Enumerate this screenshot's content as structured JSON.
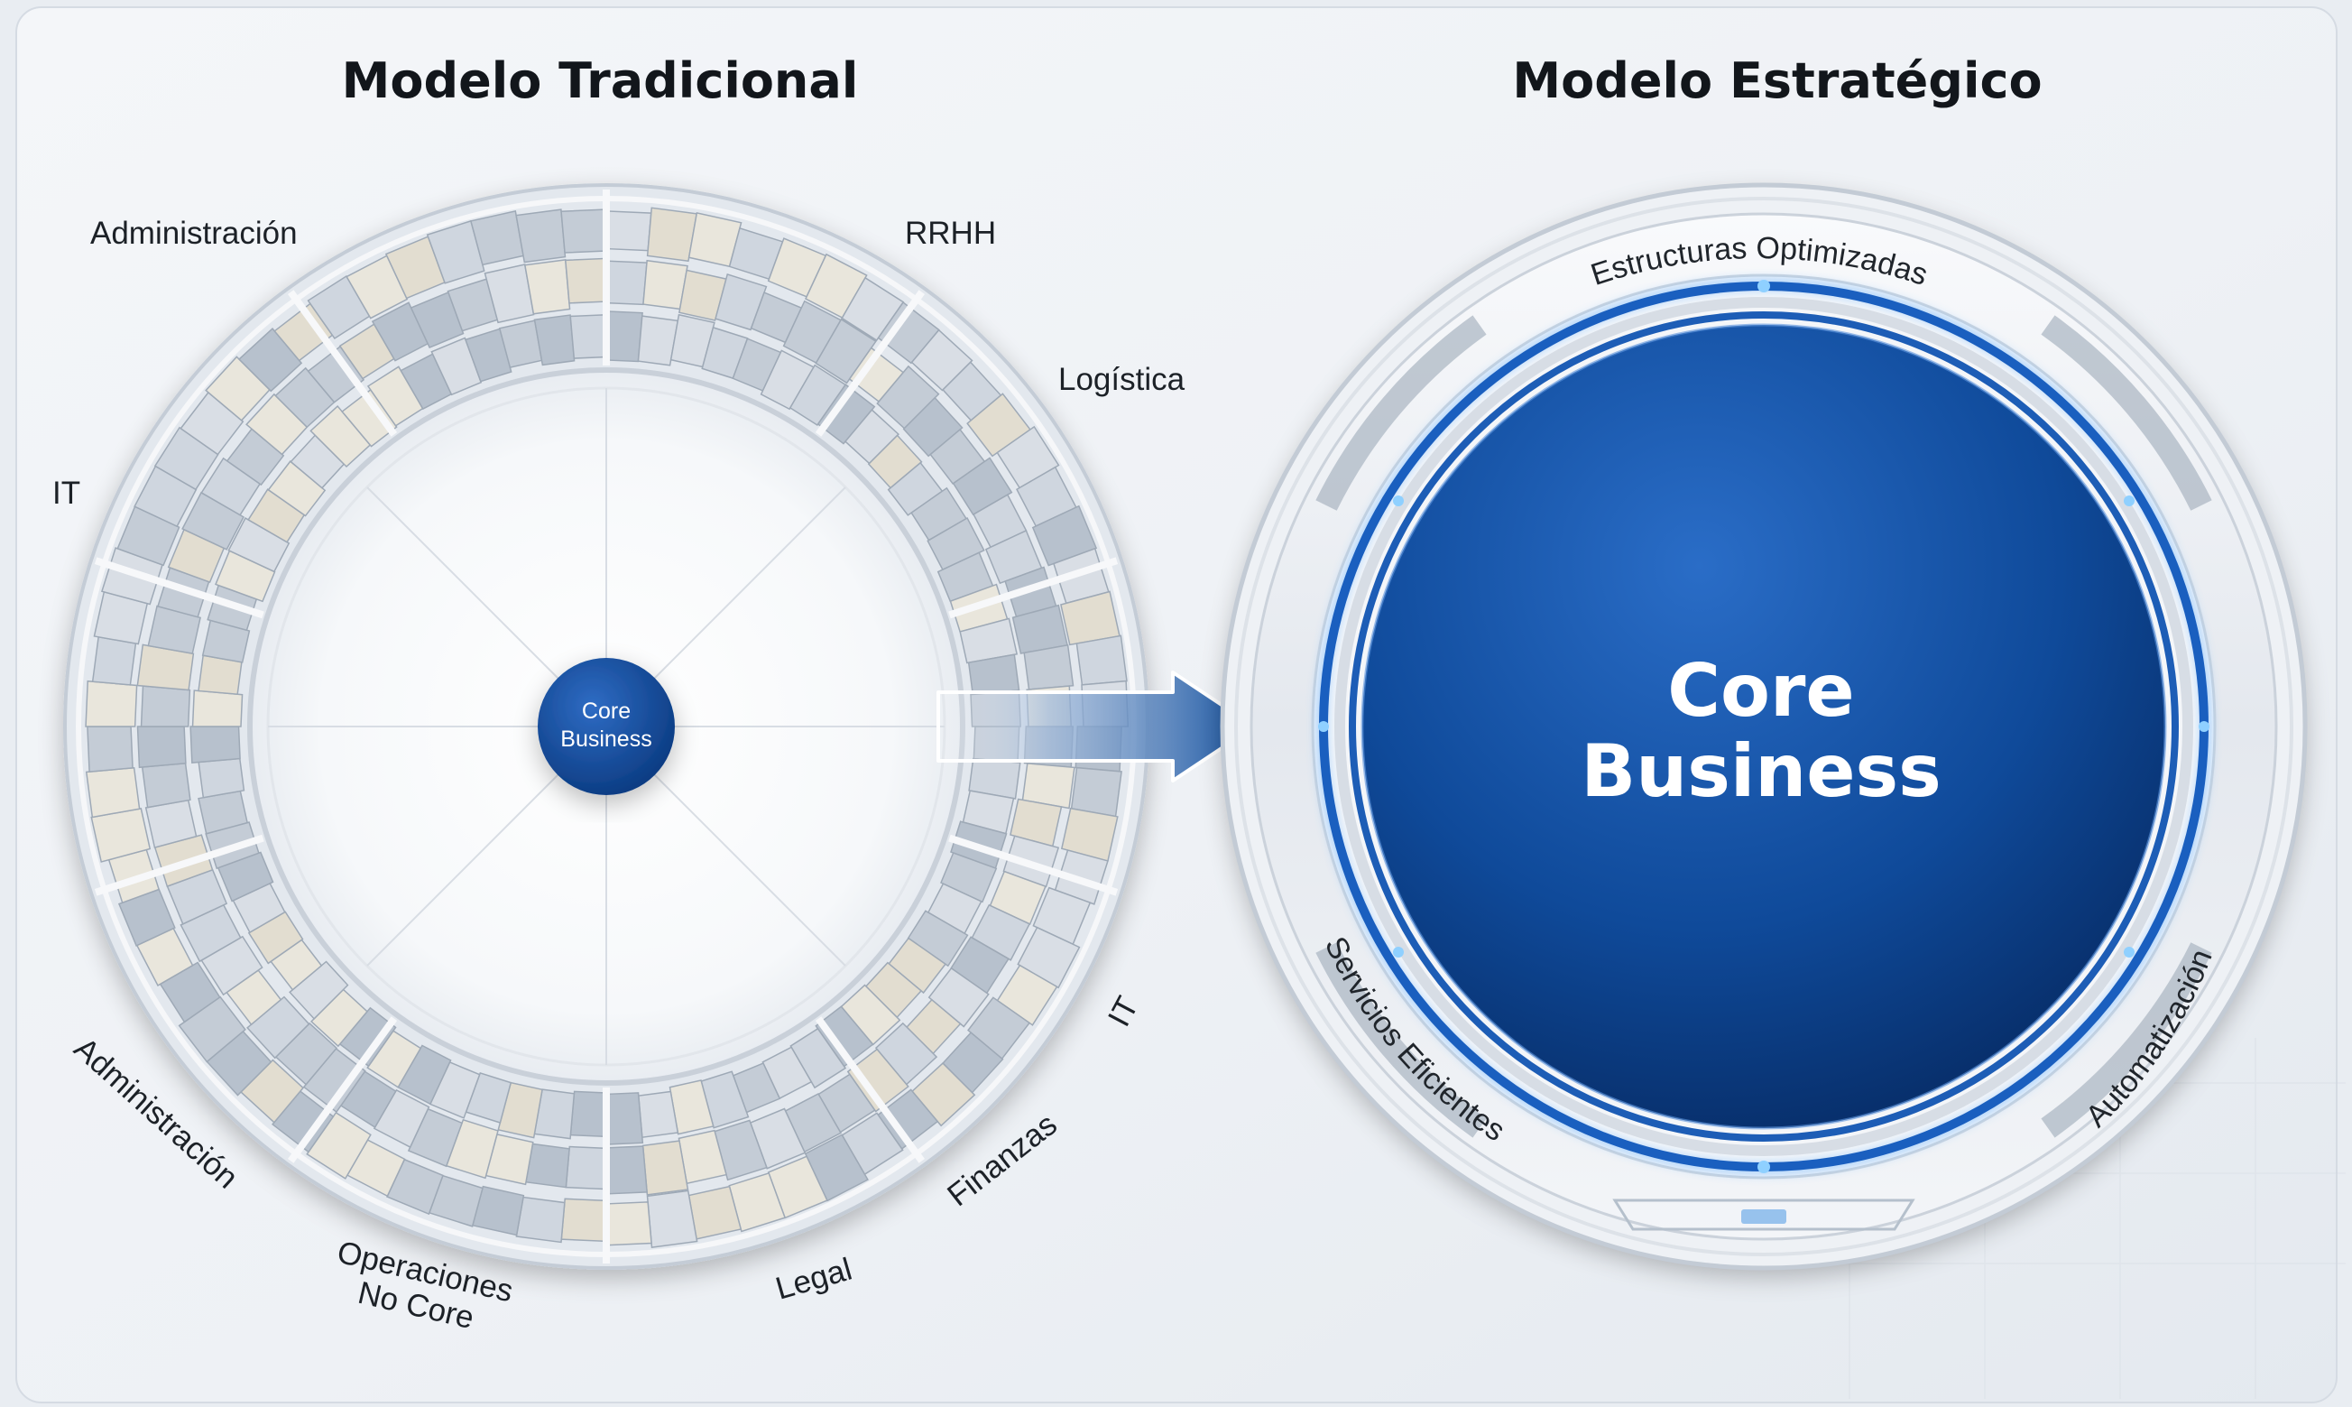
{
  "titles": {
    "traditional": "Modelo Tradicional",
    "strategic": "Modelo Estratégico"
  },
  "traditional": {
    "core_label_line1": "Core",
    "core_label_line2": "Business",
    "segments": {
      "admin_top": "Administración",
      "rrhh": "RRHH",
      "logistica": "Logística",
      "it_left": "IT",
      "it_right": "IT",
      "finanzas": "Finanzas",
      "legal": "Legal",
      "operaciones_line1": "Operaciones",
      "operaciones_line2": "No Core",
      "admin_bottom": "Administración"
    }
  },
  "strategic": {
    "core_label_line1": "Core",
    "core_label_line2": "Business",
    "band_top": "Estructuras Optimizadas",
    "band_left": "Servicios Eficientes",
    "band_right": "Automatización"
  },
  "colors": {
    "core_blue": "#0d4593",
    "core_blue_light": "#2e74cc",
    "ring_gray": "#c9d1db",
    "accent_glow": "#4aa3ff"
  }
}
